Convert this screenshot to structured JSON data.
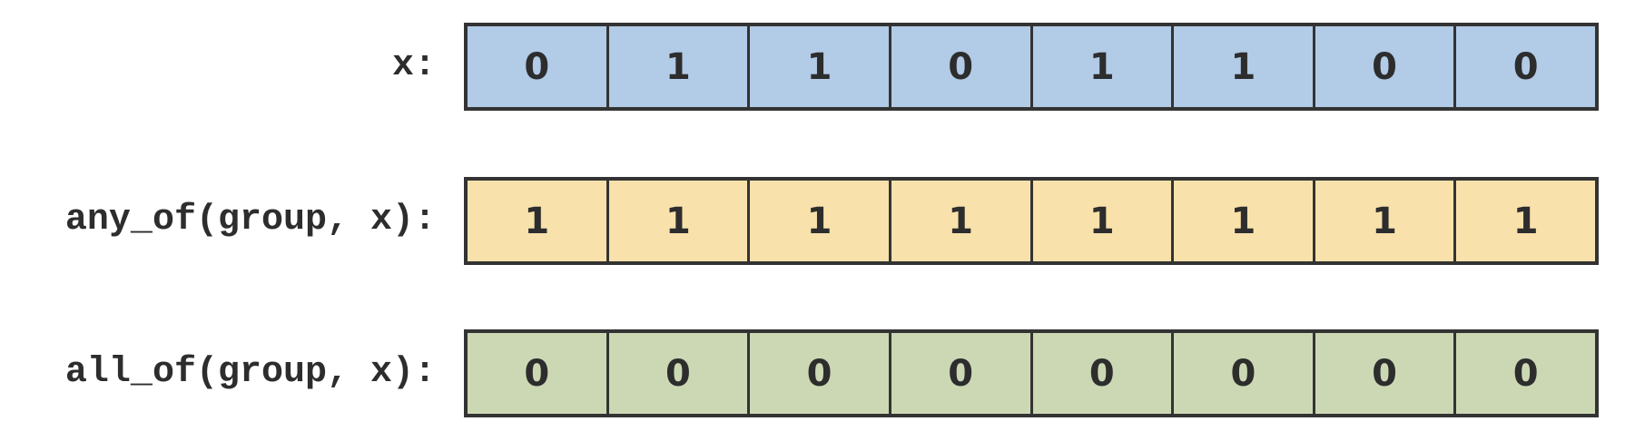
{
  "colors": {
    "x_fill": "#b2cbe6",
    "any_fill": "#f8e1ab",
    "all_fill": "#ccd8b4",
    "border": "#333333",
    "text": "#2d2d2d"
  },
  "rows": [
    {
      "label": "x:",
      "values": [
        "0",
        "1",
        "1",
        "0",
        "1",
        "1",
        "0",
        "0"
      ]
    },
    {
      "label": "any_of(group, x):",
      "values": [
        "1",
        "1",
        "1",
        "1",
        "1",
        "1",
        "1",
        "1"
      ]
    },
    {
      "label": "all_of(group, x):",
      "values": [
        "0",
        "0",
        "0",
        "0",
        "0",
        "0",
        "0",
        "0"
      ]
    }
  ]
}
